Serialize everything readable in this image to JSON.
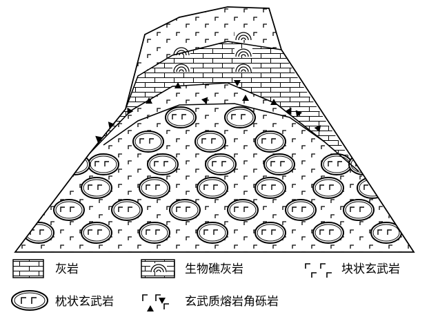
{
  "legend": {
    "limestone": "灰岩",
    "bioherm_limestone": "生物礁灰岩",
    "massive_basalt": "块状玄武岩",
    "pillow_basalt": "枕状玄武岩",
    "basaltic_lava_breccia": "玄武质熔岩角砾岩"
  },
  "colors": {
    "ink": "#000000",
    "paper": "#ffffff"
  }
}
